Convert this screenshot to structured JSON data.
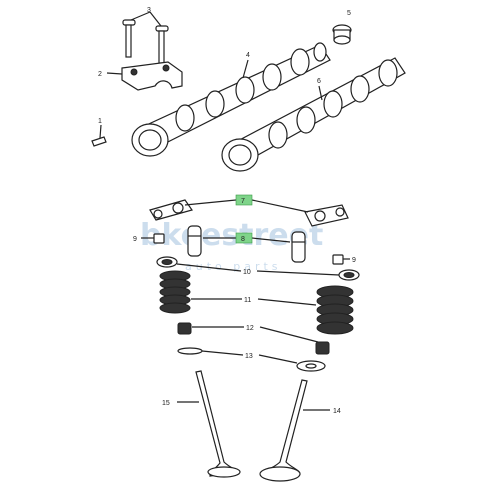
{
  "labels": {
    "l1": "1",
    "l2": "2",
    "l3": "3",
    "l4": "4",
    "l5": "5",
    "l6": "6",
    "l7": "7",
    "l8": "8",
    "l9a": "9",
    "l9b": "9",
    "l10": "10",
    "l11": "11",
    "l12": "12",
    "l13": "13",
    "l14": "14",
    "l15": "15"
  },
  "highlighted": [
    "7",
    "8"
  ],
  "highlight_color": "#7fd48a",
  "watermark": {
    "text": "bkeestreet",
    "subtext": "auto parts"
  }
}
